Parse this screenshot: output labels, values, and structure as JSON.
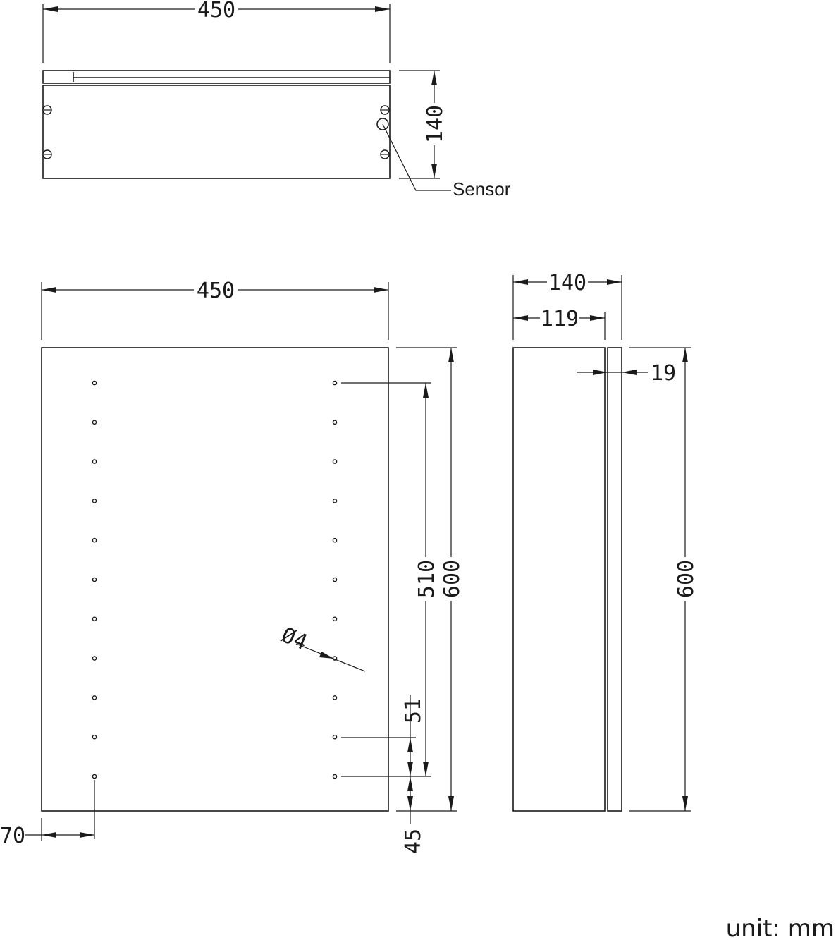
{
  "top_view": {
    "width_label": "450",
    "depth_label": "140",
    "sensor_label": "Sensor"
  },
  "front_view": {
    "width_label": "450",
    "height_label": "600",
    "hole_span_label": "510",
    "hole_pitch_label": "51",
    "bottom_offset_label": "45",
    "side_offset_label": "70",
    "hole_diameter_label": "Ø4"
  },
  "side_view": {
    "depth_label": "140",
    "body_depth_label": "119",
    "door_thickness_label": "19",
    "height_label": "600"
  },
  "unit_label": "unit: mm"
}
